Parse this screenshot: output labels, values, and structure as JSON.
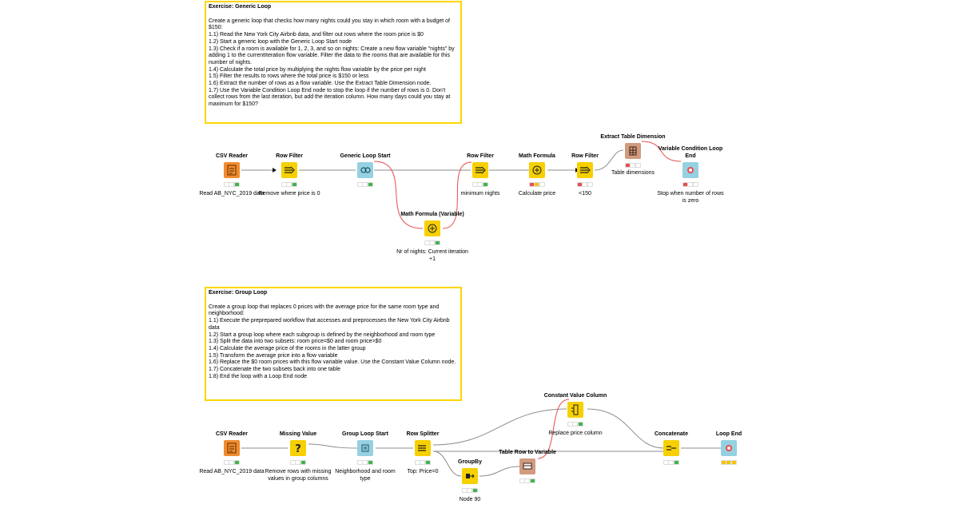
{
  "colors": {
    "annotation_border": "#ffd600",
    "source": "#f28b2f",
    "manipulator": "#f7d000",
    "loop": "#95d1e1",
    "other": "#d19b7f",
    "variable_port": "#e84c4c",
    "status_green": "#3cb44b",
    "status_yellow": "#f5c400",
    "status_red": "#e84c4c",
    "status_off": "#ffffff"
  },
  "annotations": {
    "generic": {
      "title": "Exercise: Generic Loop",
      "lines": [
        "Create a generic loop that checks how many nights could you stay in which room with a budget of $150:",
        "1.1) Read the New York City Airbnb data, and filter out rows where the room price is $0",
        "1.2) Start a generic loop with the Generic Loop Start node",
        "1.3) Check if a room is available for 1, 2, 3, and so on nights: Create a new flow variable \"nights\" by adding 1 to the currentIteration flow variable. Filter the data to the rooms that are available for this number of nights.",
        "1.4) Calculate the total price by multiplying the  nights flow variable by the price per night",
        "1.5) Filter the results to rows where the total price is $150 or less",
        "1.6) Extract the number of rows as a flow variable. Use the Extract Table Dimension node.",
        "1.7) Use the Variable Condition Loop End node to stop the loop if the number of rows is 0. Don't collect rows from the last iteration, but add the iteration column. How many days could you stay at maximum for $150?"
      ]
    },
    "group": {
      "title": "Exercise: Group Loop",
      "lines": [
        "Create a group loop that replaces 0 prices with the average price for the same room type and neighborhood:",
        "1.1) Execute the preprepared workflow that accesses and preprocesses the New York City Airbnb data",
        "1.2) Start a group loop where each subgroup is defined by the neighborhood and room type",
        "1.3) Split the data into two subsets: room price=$0 and room price>$0",
        "1.4) Calculate the average price of the rooms in the latter group",
        "1.5) Transform the average price into a flow variable",
        "1.6) Replace the $0 room prices with this flow variable value. Use the Constant Value Column node.",
        "1.7) Concatenate the two subsets back into one table",
        "1.8) End the loop with a Loop End node"
      ]
    }
  },
  "nodes": {
    "g_csv": {
      "title": "CSV Reader",
      "label": "Read AB_NYC_2019 data",
      "icon": "file-table-icon",
      "status": [
        "off",
        "off",
        "green"
      ]
    },
    "g_rowfilter1": {
      "title": "Row Filter",
      "label": "Remove where price is 0",
      "icon": "filter-icon",
      "status": [
        "off",
        "off",
        "green"
      ]
    },
    "g_loopstart": {
      "title": "Generic Loop Start",
      "label": "",
      "icon": "loop-icon",
      "status": [
        "off",
        "off",
        "green"
      ]
    },
    "g_mathvar": {
      "title": "Math Formula (Variable)",
      "label": "Nr of nights: Current iteration +1",
      "icon": "formula-icon",
      "status": [
        "off",
        "off",
        "green"
      ]
    },
    "g_rowfilter2": {
      "title": "Row Filter",
      "label": "minimum nights",
      "icon": "filter-icon",
      "status": [
        "off",
        "off",
        "green"
      ]
    },
    "g_math": {
      "title": "Math Formula",
      "label": "Calculate price",
      "icon": "formula-icon",
      "status": [
        "red",
        "yellow",
        "off"
      ]
    },
    "g_rowfilter3": {
      "title": "Row Filter",
      "label": "<150",
      "icon": "filter-icon",
      "status": [
        "red",
        "off",
        "off"
      ]
    },
    "g_extract": {
      "title": "Extract Table Dimension",
      "label": "Table dimensions",
      "icon": "table-dimension-icon",
      "status": [
        "red",
        "off",
        "off"
      ]
    },
    "g_varend": {
      "title": "Variable Condition Loop End",
      "label": "Stop when number of rows is zero",
      "icon": "loop-end-icon",
      "status": [
        "red",
        "off",
        "off"
      ]
    },
    "p_csv": {
      "title": "CSV Reader",
      "label": "Read AB_NYC_2019 data",
      "icon": "file-table-icon",
      "status": [
        "off",
        "off",
        "green"
      ]
    },
    "p_missing": {
      "title": "Missing Value",
      "label": "Remove rows with missing values in group columns",
      "icon": "question-icon",
      "status": [
        "off",
        "off",
        "green"
      ]
    },
    "p_groupstart": {
      "title": "Group Loop Start",
      "label": "Neighborhood and room type",
      "icon": "group-loop-icon",
      "status": [
        "off",
        "off",
        "green"
      ]
    },
    "p_splitter": {
      "title": "Row Splitter",
      "label": "Top: Price=0",
      "icon": "splitter-icon",
      "status": [
        "off",
        "off",
        "green"
      ]
    },
    "p_groupby": {
      "title": "GroupBy",
      "label": "Node 90",
      "icon": "groupby-icon",
      "status": [
        "off",
        "off",
        "green"
      ]
    },
    "p_tablerow": {
      "title": "Table Row to Variable",
      "label": "",
      "icon": "table-row-icon",
      "status": [
        "off",
        "off",
        "green"
      ]
    },
    "p_constant": {
      "title": "Constant Value Column",
      "label": "Replace price column",
      "icon": "constant-column-icon",
      "status": [
        "off",
        "off",
        "green"
      ]
    },
    "p_concat": {
      "title": "Concatenate",
      "label": "",
      "icon": "concatenate-icon",
      "status": [
        "off",
        "off",
        "green"
      ]
    },
    "p_loopend": {
      "title": "Loop End",
      "label": "",
      "icon": "loop-end-icon",
      "status": [
        "yellow",
        "yellow",
        "yellow"
      ]
    }
  }
}
